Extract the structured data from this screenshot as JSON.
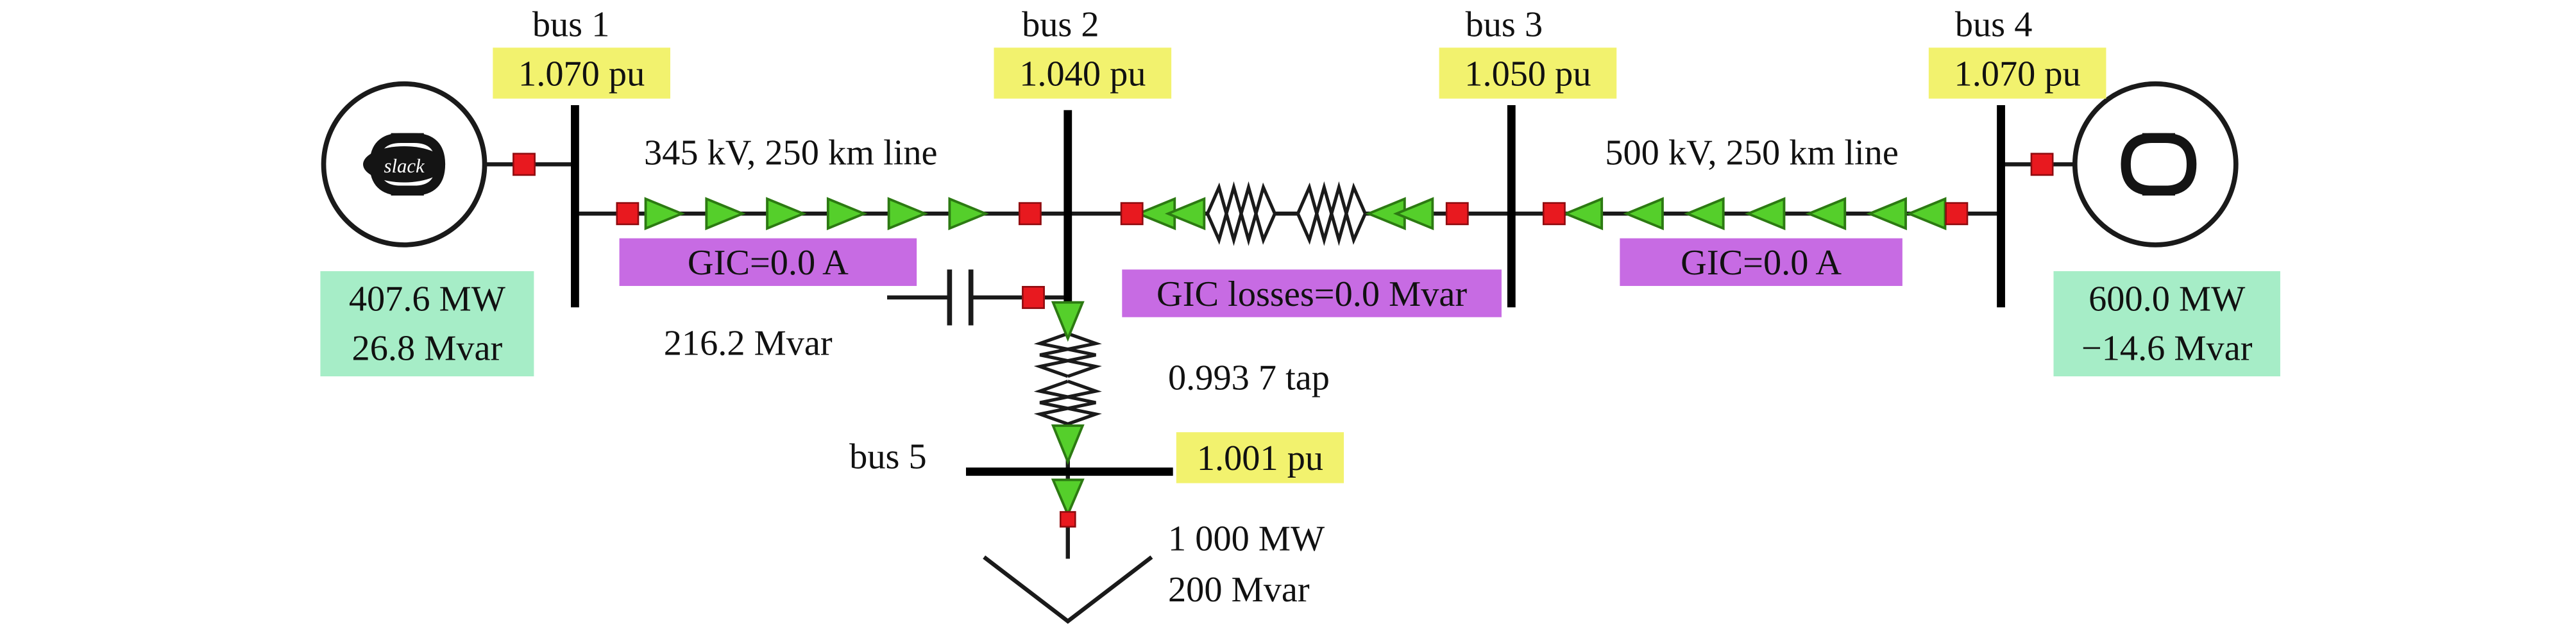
{
  "figure": {
    "buses": [
      {
        "name": "bus 1",
        "pu": "1.070 pu"
      },
      {
        "name": "bus 2",
        "pu": "1.040 pu"
      },
      {
        "name": "bus 3",
        "pu": "1.050 pu"
      },
      {
        "name": "bus 4",
        "pu": "1.070 pu"
      },
      {
        "name": "bus 5",
        "pu": "1.001 pu"
      }
    ],
    "generators": [
      {
        "at": "bus 1",
        "label": "slack",
        "mw": "407.6 MW",
        "mvar": "26.8 Mvar"
      },
      {
        "at": "bus 4",
        "mw": "600.0 MW",
        "mvar": "−14.6 Mvar"
      }
    ],
    "lines": [
      {
        "name": "345 kV, 250 km line",
        "gic": "GIC=0.0 A",
        "flow": "right"
      },
      {
        "name": "500 kV, 250 km line",
        "gic": "GIC=0.0 A",
        "flow": "left"
      }
    ],
    "transformer_2_3": {
      "gic_losses": "GIC losses=0.0 Mvar",
      "flow": "left"
    },
    "transformer_2_5": {
      "tap": "0.993 7 tap",
      "flow": "down"
    },
    "shunt_capacitor": {
      "mvar": "216.2 Mvar"
    },
    "load": {
      "at": "bus 5",
      "mw": "1 000 MW",
      "mvar": "200 Mvar"
    },
    "colors": {
      "pu_box": "#f2f26e",
      "gen_box": "#a6edc7",
      "gic_box": "#c76be3",
      "breaker": "#e8191f",
      "arrow": "#55cf2b",
      "line": "#1a1a1a"
    }
  }
}
